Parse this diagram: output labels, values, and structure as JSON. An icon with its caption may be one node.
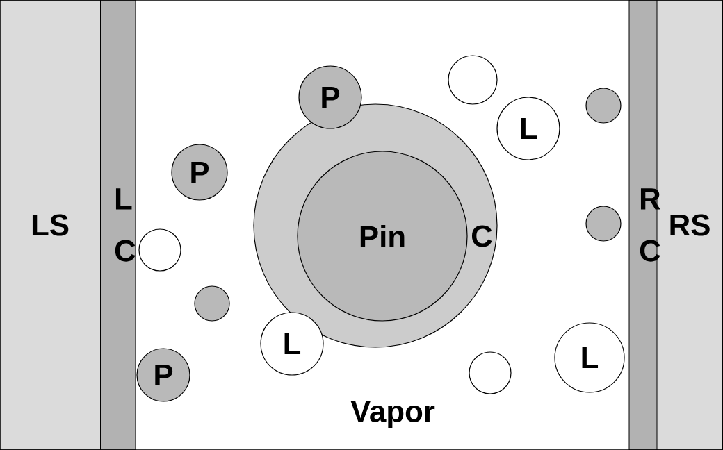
{
  "diagram": {
    "nodes": [
      {
        "text": [
          "LS"
        ]
      },
      {
        "text": [
          "L C"
        ]
      },
      {
        "text": [
          "R C"
        ]
      },
      {
        "text": [
          "RS"
        ]
      },
      {
        "text": [
          "C"
        ]
      },
      {
        "text": [
          "Pin"
        ],
        "in": 4
      },
      {
        "text": [
          "P"
        ]
      },
      {
        "text": [
          "P"
        ]
      },
      {
        "text": [
          "P"
        ]
      },
      {
        "text": [
          "L"
        ]
      },
      {
        "text": [
          "L"
        ]
      },
      {
        "text": [
          "L"
        ]
      },
      {
        "text": [],
        "shape": "circle"
      },
      {
        "text": [],
        "shape": "circle"
      },
      {
        "text": [],
        "shape": "circle"
      },
      {
        "text": [],
        "shape": "circle"
      },
      {
        "text": [],
        "shape": "circle"
      },
      {
        "text": [],
        "shape": "circle"
      }
    ],
    "labels": [
      "Vapor"
    ]
  }
}
